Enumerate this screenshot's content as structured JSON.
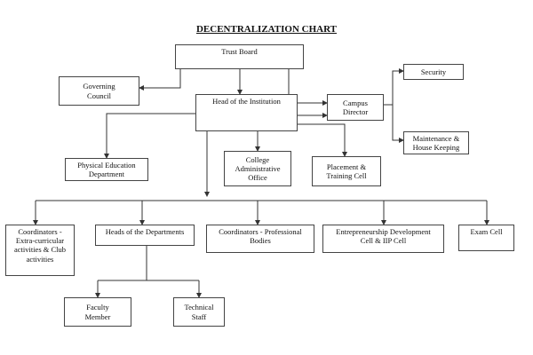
{
  "title": "DECENTRALIZATION CHART",
  "nodes": {
    "trust_board": "Trust Board",
    "governing_council": "Governing\nCouncil",
    "head_of_institution": "Head of the Institution",
    "campus_director": "Campus\nDirector",
    "security": "Security",
    "maintenance": "Maintenance &\nHouse Keeping",
    "physical_education": "Physical Education\nDepartment",
    "college_admin": "College\nAdministrative\nOffice",
    "placement": "Placement &\nTraining Cell",
    "coord_extra": "Coordinators -\nExtra-curricular\nactivities & Club\nactivities",
    "heads_departments": "Heads of the Departments",
    "coord_professional": "Coordinators - Professional\nBodies",
    "entrepreneurship": "Entrepreneurship Development\nCell & IIP Cell",
    "exam_cell": "Exam Cell",
    "faculty": "Faculty\nMember",
    "technical_staff": "Technical\nStaff"
  }
}
